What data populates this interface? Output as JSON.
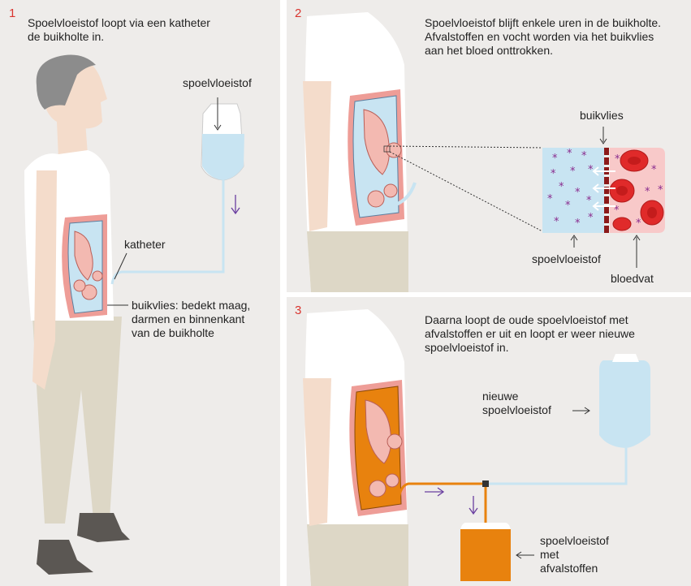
{
  "colors": {
    "panel_bg": "#eeecea",
    "step_number": "#d9352f",
    "skin": "#f4dccb",
    "hair": "#8c8c8c",
    "shirt": "#ffffff",
    "trousers": "#ddd7c6",
    "shoes": "#5b5753",
    "abdomen": "#ee9d97",
    "organ": "#f3b9b1",
    "fluid_clean": "#c8e4f2",
    "fluid_waste": "#e8820e",
    "blood_bg": "#f8c9c9",
    "blood_cell": "#e02a2a",
    "membrane": "#8b1a1a",
    "particle": "#8a2c8e",
    "arrow_flow": "#6a3fa0"
  },
  "step1": {
    "number": "1",
    "text": "Spoelvloeistof loopt via een katheter\nde buikholte in.",
    "bag_label": "spoelvloeistof",
    "catheter_label": "katheter",
    "membrane_label": "buikvlies: bedekt maag,\ndarmen en binnenkant\nvan de buikholte"
  },
  "step2": {
    "number": "2",
    "text": "Spoelvloeistof blijft enkele uren in de buikholte.\nAfvalstoffen en vocht worden via het buikvlies\naan het bloed onttrokken.",
    "membrane_label": "buikvlies",
    "fluid_label": "spoelvloeistof",
    "blood_vessel_label": "bloedvat"
  },
  "step3": {
    "number": "3",
    "text": "Daarna loopt de oude spoelvloeistof met\nafvalstoffen er uit en loopt er weer nieuwe\nspoelvloeistof in.",
    "new_fluid_label": "nieuwe\nspoelvloeistof",
    "waste_label": "spoelvloeistof\nmet\nafvalstoffen"
  }
}
